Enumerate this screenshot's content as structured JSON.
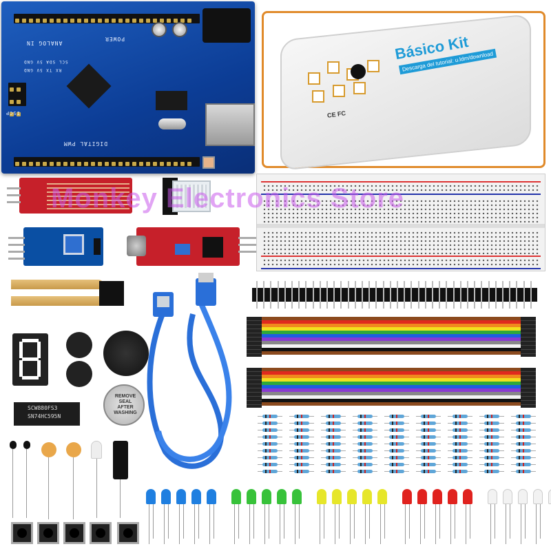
{
  "watermark": {
    "text": "Monkey Electronics Store",
    "color": "#c85aeb"
  },
  "kit_box": {
    "title": "Básico Kit",
    "subtitle_line1": "Descarga del tutorial:",
    "subtitle_line2": "u.ldm/download",
    "ce_mark": "CE FC",
    "border_color": "#e08a2a",
    "accent_color": "#1e9bd7"
  },
  "arduino": {
    "silk_analog_in": "ANALOG IN",
    "silk_power": "POWER",
    "silk_digital": "DIGITAL PWM",
    "silk_icsp": "ISCP",
    "silk_pins": "SCL SDA 5V GND",
    "silk_tx_rx": "RX TX 5V GND"
  },
  "ic": {
    "line1": "SCW880FS3",
    "line2": "SN74HC595N"
  },
  "buzzer_label": {
    "line1": "REMOVE",
    "line2": "SEAL",
    "line3": "AFTER",
    "line4": "WASHING"
  },
  "led_colors": {
    "blue": "#1f7fe0",
    "green": "#38c23a",
    "yellow": "#e6e62a",
    "red": "#e0221e",
    "white": "#f2f2f2"
  },
  "icons": [
    "arduino-board-icon",
    "breadboard-icon",
    "usb-cable-icon",
    "seven-segment-icon",
    "buzzer-icon",
    "led-icon",
    "resistor-icon",
    "push-button-icon"
  ]
}
